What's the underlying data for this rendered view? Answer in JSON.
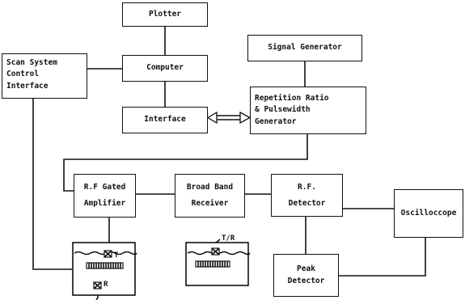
{
  "blocks": {
    "plotter": "Plotter",
    "computer": "Computer",
    "interface": "Interface",
    "scan_system": "Scan System\nControl\nInterface",
    "signal_generator": "Signal Generator",
    "rep_ratio": "Repetition Ratio\n& Pulsewidth\nGenerator",
    "rf_gated_amp": "R.F Gated\nAmplifier",
    "broad_band": "Broad Band\nReceiver",
    "rf_detector": "R.F.\nDetector",
    "oscilloscope": "Oscilloccope",
    "peak_detector": "Peak\nDetector"
  },
  "transducer_labels": {
    "t": "T",
    "r": "R",
    "tr": "T/R"
  }
}
